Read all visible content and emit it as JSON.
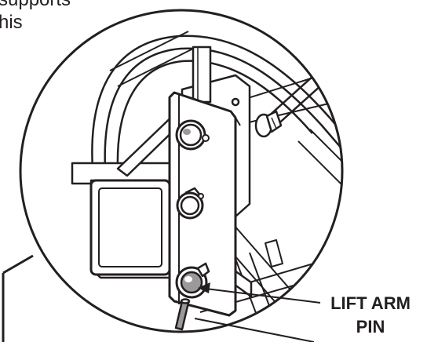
{
  "caption": {
    "line1": "supports",
    "line2": "his"
  },
  "callout": {
    "line1": "LIFT ARM",
    "line2": "PIN"
  },
  "colors": {
    "ink": "#231f20",
    "shade": "#9a9a9a",
    "paper": "#ffffff"
  }
}
